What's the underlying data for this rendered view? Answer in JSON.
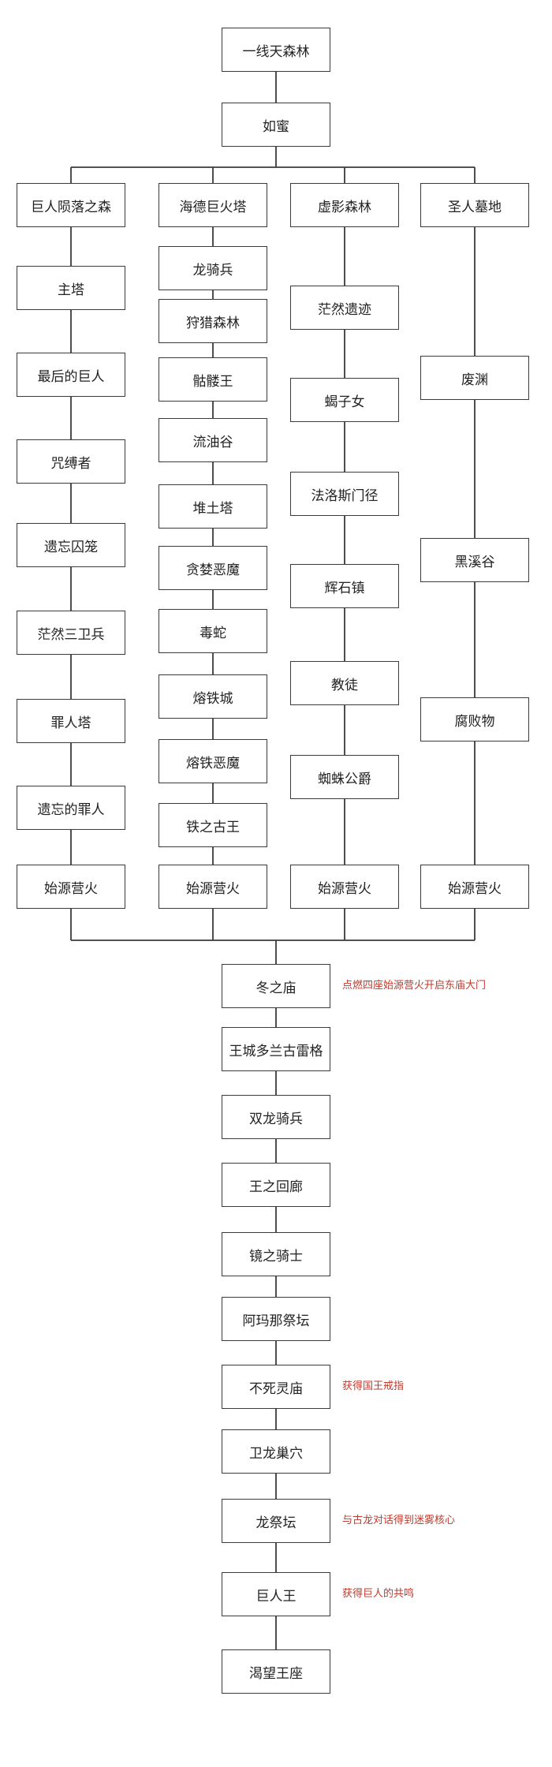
{
  "root": [
    "一线天森林",
    "如蜜"
  ],
  "branches": [
    {
      "title": "巨人陨落之森",
      "stops": [
        "主塔",
        "最后的巨人",
        "咒缚者",
        "遗忘囚笼",
        "茫然三卫兵",
        "罪人塔",
        "遗忘的罪人",
        "始源营火"
      ]
    },
    {
      "title": "海德巨火塔",
      "stops": [
        "龙骑兵",
        "狩猎森林",
        "骷髅王",
        "流油谷",
        "堆土塔",
        "贪婪恶魔",
        "毒蛇",
        "熔铁城",
        "熔铁恶魔",
        "铁之古王",
        "始源营火"
      ]
    },
    {
      "title": "虚影森林",
      "stops": [
        "茫然遗迹",
        "蝎子女",
        "法洛斯门径",
        "辉石镇",
        "教徒",
        "蜘蛛公爵",
        "始源营火"
      ]
    },
    {
      "title": "圣人墓地",
      "stops": [
        "废渊",
        "黑溪谷",
        "腐败物",
        "始源营火"
      ]
    }
  ],
  "final_path": [
    {
      "label": "冬之庙",
      "note": "点燃四座始源营火开启东庙大门"
    },
    {
      "label": "王城多兰古雷格",
      "note": ""
    },
    {
      "label": "双龙骑兵",
      "note": ""
    },
    {
      "label": "王之回廊",
      "note": ""
    },
    {
      "label": "镜之骑士",
      "note": ""
    },
    {
      "label": "阿玛那祭坛",
      "note": ""
    },
    {
      "label": "不死灵庙",
      "note": "获得国王戒指"
    },
    {
      "label": "卫龙巢穴",
      "note": ""
    },
    {
      "label": "龙祭坛",
      "note": "与古龙对话得到迷雾核心"
    },
    {
      "label": "巨人王",
      "note": "获得巨人的共鸣"
    },
    {
      "label": "渴望王座",
      "note": ""
    }
  ],
  "colors": {
    "line": "#3a3a3a",
    "note": "#c0392b",
    "box_border": "#3a3a3a"
  }
}
